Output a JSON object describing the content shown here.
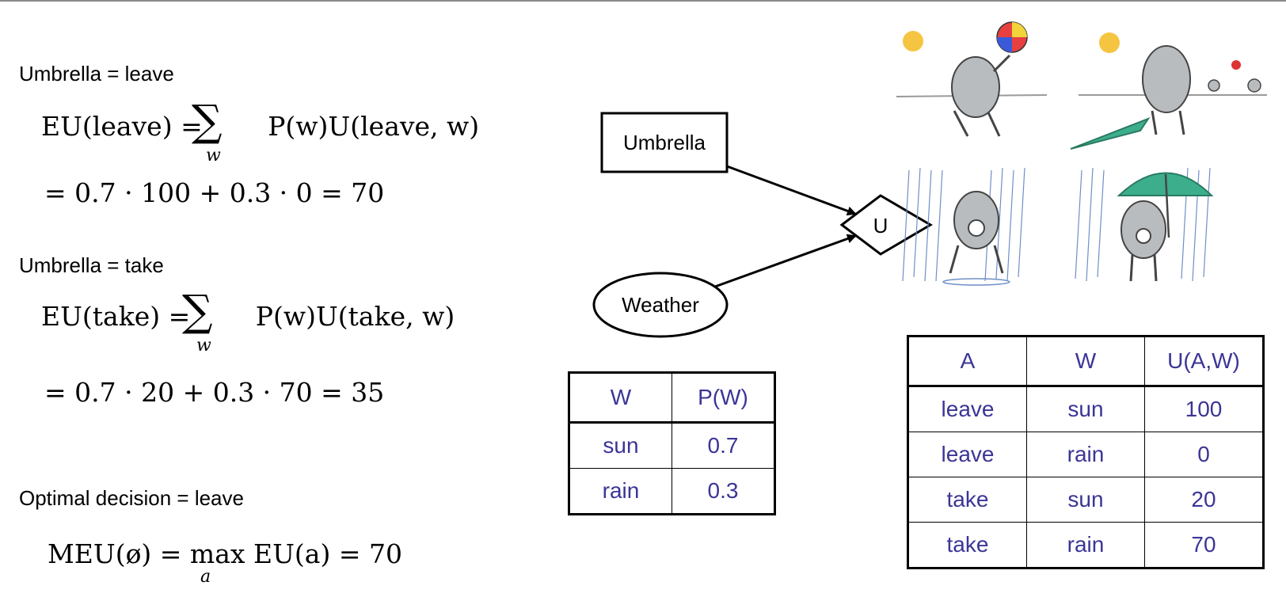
{
  "left": {
    "leave_label": "Umbrella = leave",
    "eu_leave_lhs": "EU(leave) = ",
    "eu_leave_rhs": "P(w)U(leave, w)",
    "sum_sub": "w",
    "eu_leave_calc": "= 0.7 · 100 + 0.3 · 0 = 70",
    "take_label": "Umbrella = take",
    "eu_take_lhs": "EU(take) = ",
    "eu_take_rhs": "P(w)U(take, w)",
    "eu_take_calc": "= 0.7 · 20 + 0.3 · 70 = 35",
    "optimal_label": "Optimal decision = leave",
    "meu_lhs": "MEU(ø) = max",
    "meu_sub": "a",
    "meu_rhs": " EU(a) = 70"
  },
  "diagram": {
    "umbrella_node": "Umbrella",
    "utility_node": "U",
    "weather_node": "Weather"
  },
  "weather_table": {
    "headers": [
      "W",
      "P(W)"
    ],
    "rows": [
      [
        "sun",
        "0.7"
      ],
      [
        "rain",
        "0.3"
      ]
    ]
  },
  "utility_table": {
    "headers": [
      "A",
      "W",
      "U(A,W)"
    ],
    "rows": [
      [
        "leave",
        "sun",
        "100"
      ],
      [
        "leave",
        "rain",
        "0"
      ],
      [
        "take",
        "sun",
        "20"
      ],
      [
        "take",
        "rain",
        "70"
      ]
    ]
  },
  "colors": {
    "table_text": "#3b3596",
    "umbrella_green": "#3cae8c",
    "sun": "#f5c542"
  }
}
